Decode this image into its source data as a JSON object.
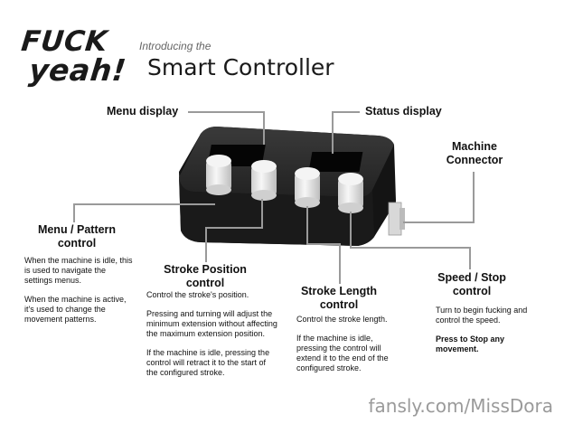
{
  "logo": {
    "line1": "FUCK",
    "line2": "yeah!"
  },
  "header": {
    "intro": "Introducing the",
    "title": "Smart Controller"
  },
  "labels": {
    "menu_display": "Menu display",
    "status_display": "Status display",
    "machine_connector_1": "Machine",
    "machine_connector_2": "Connector",
    "menu_pattern_1": "Menu / Pattern",
    "menu_pattern_2": "control",
    "stroke_position_1": "Stroke Position",
    "stroke_position_2": "control",
    "stroke_length_1": "Stroke Length",
    "stroke_length_2": "control",
    "speed_stop_1": "Speed / Stop",
    "speed_stop_2": "control"
  },
  "descriptions": {
    "menu_pattern": [
      "When the machine is idle, this is used to navigate the settings menus.",
      "When the machine is active, it's used to change the movement patterns."
    ],
    "stroke_position": [
      "Control the stroke's position.",
      "Pressing and turning will adjust the minimum extension without affecting the maximum extension position.",
      "If the machine is idle, pressing the control will retract it to the start of the configured stroke."
    ],
    "stroke_length": [
      "Control the stroke length.",
      "If the machine is idle, pressing the control will extend it to the end of the configured stroke."
    ],
    "speed_stop": [
      "Turn to begin fucking and control the speed.",
      "Press to Stop any movement."
    ]
  },
  "watermark": "fansly.com/MissDora",
  "colors": {
    "device": "#1c1c1c",
    "knob": "#e8e8e8",
    "callout_line": "#9a9a9a",
    "watermark": "#9a9a9a"
  }
}
